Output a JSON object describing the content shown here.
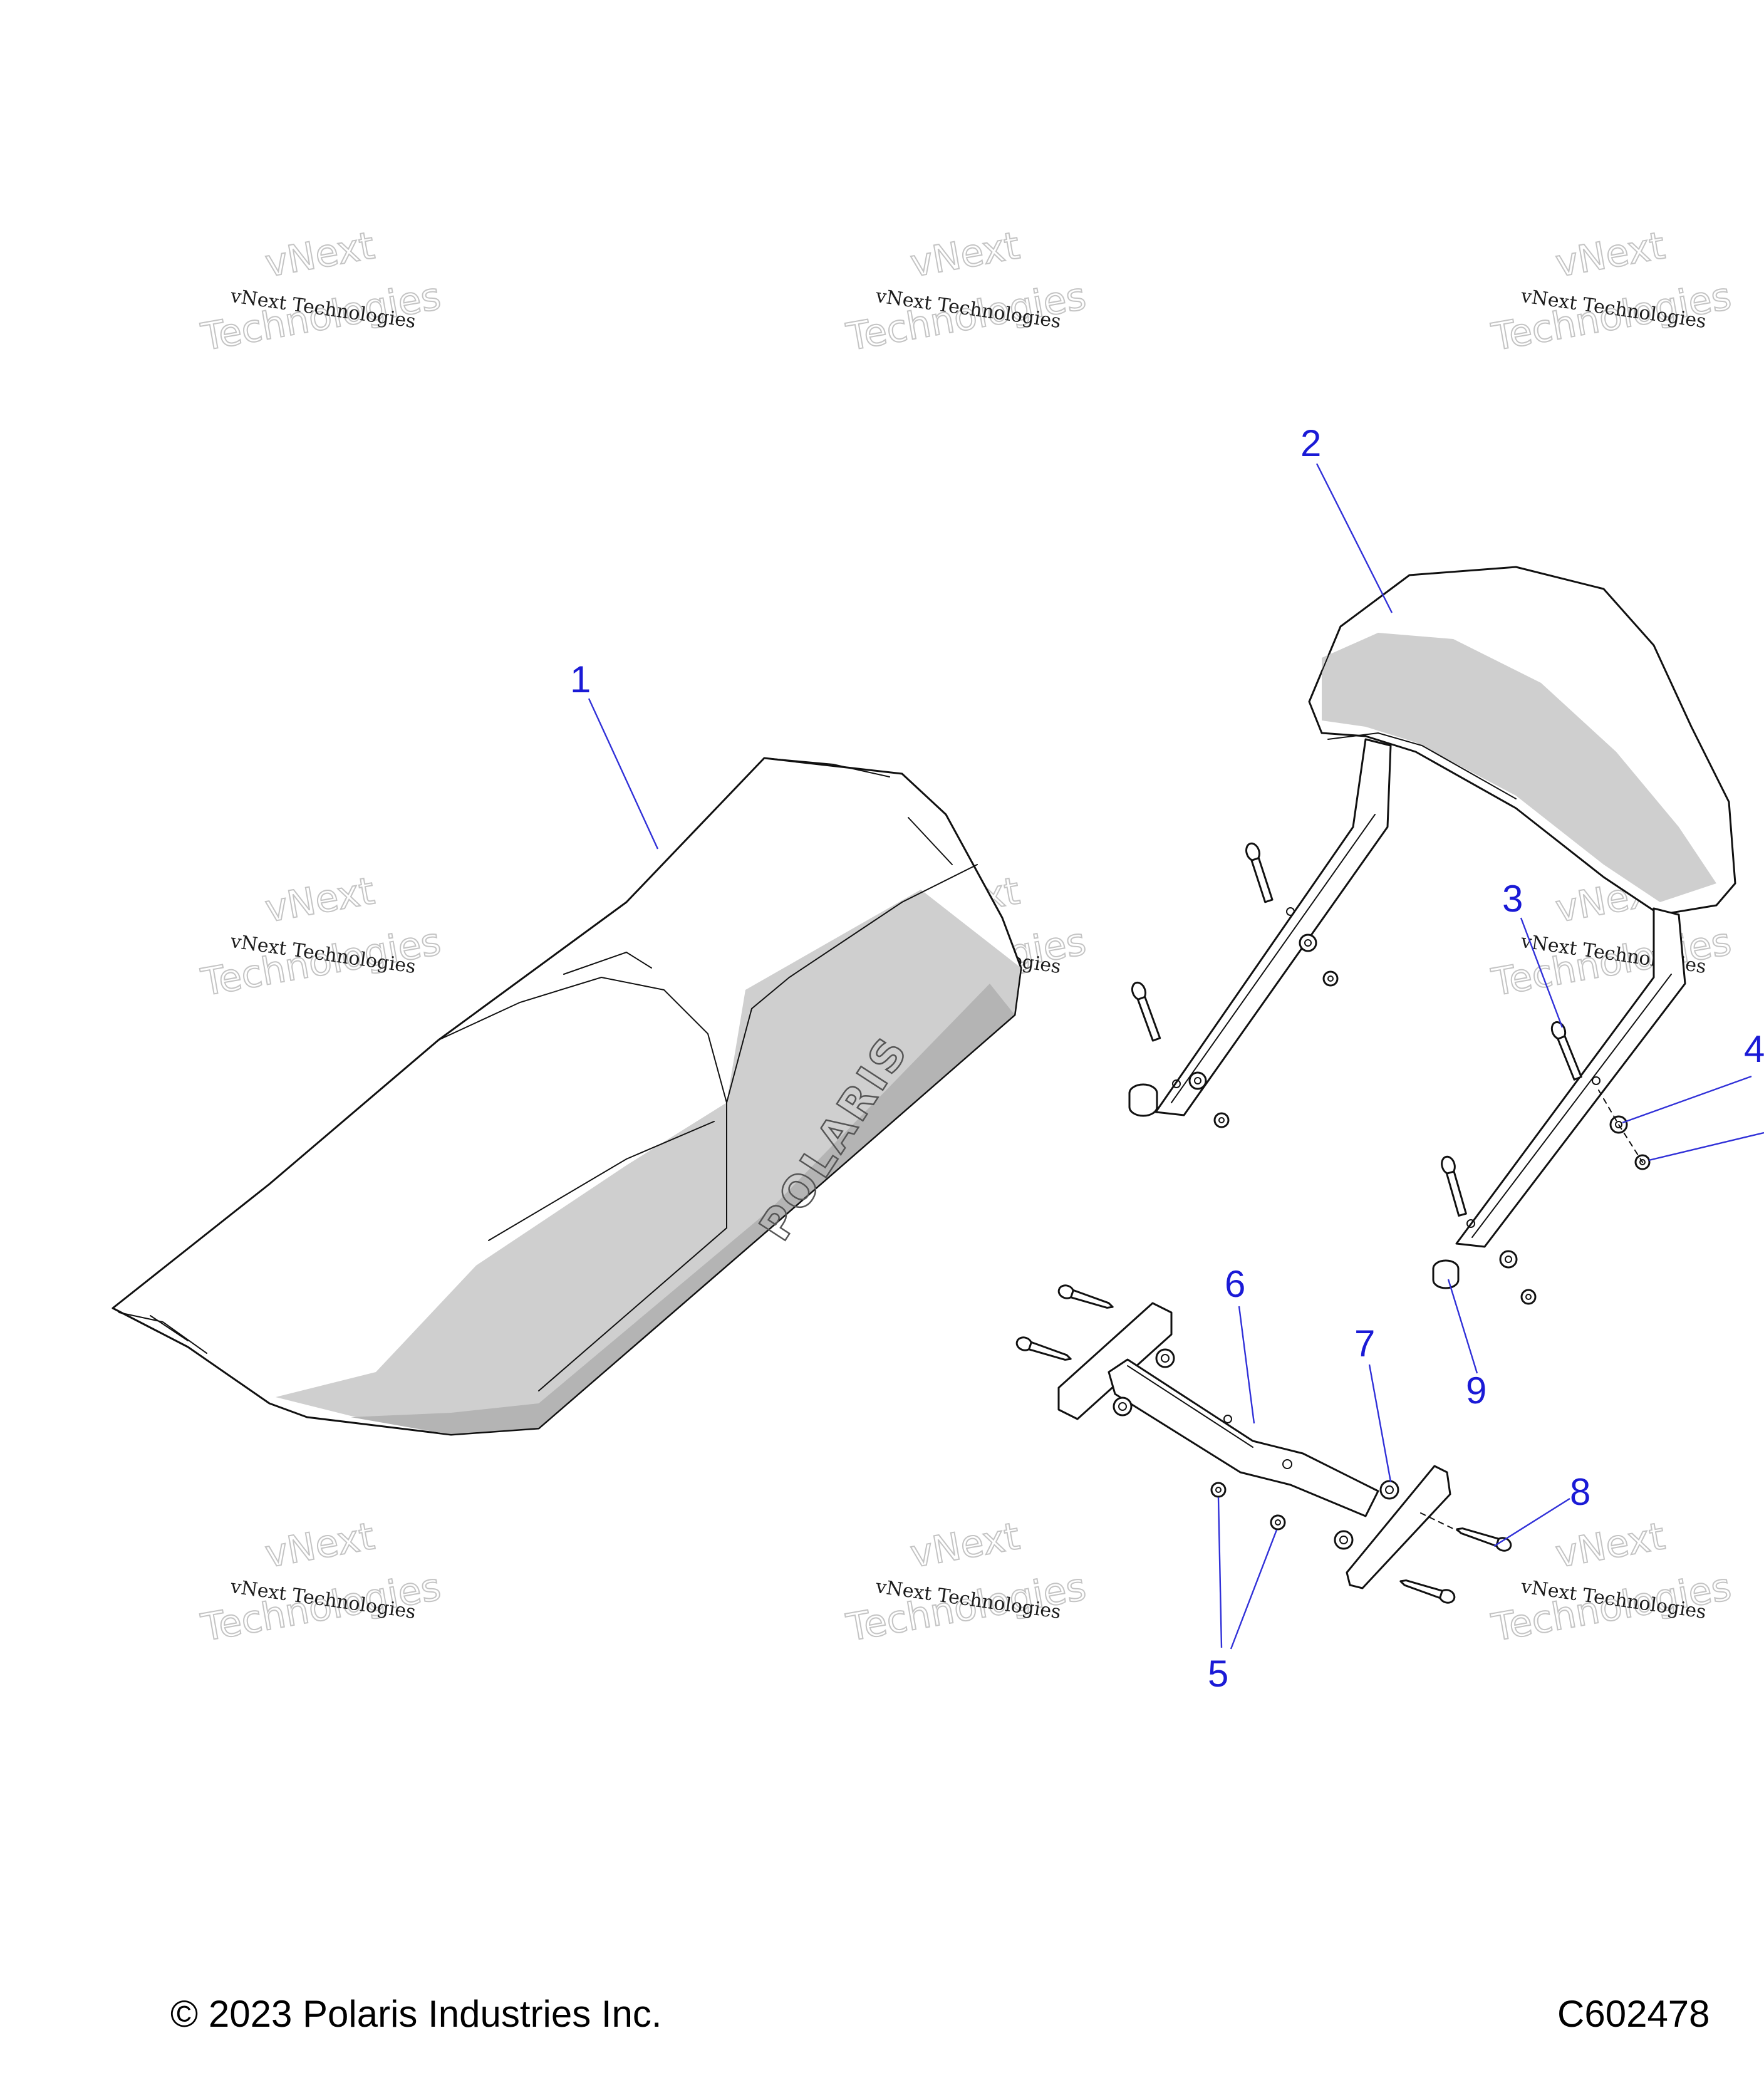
{
  "footer": {
    "copyright": "© 2023 Polaris Industries Inc.",
    "figure_id": "C602478"
  },
  "watermark": {
    "line1": "vNext Technologies",
    "line2": "vNext",
    "line3": "Technologies"
  },
  "seat_logo": "POLARIS",
  "callouts": {
    "c1": "1",
    "c2": "2",
    "c3": "3",
    "c4": "4",
    "c5": "5",
    "c6": "6",
    "c7": "7",
    "c8": "8",
    "c9": "9"
  },
  "colors": {
    "callout": "#1a1ad6",
    "line_art": "#111111",
    "shade": "#cfcfcf"
  }
}
